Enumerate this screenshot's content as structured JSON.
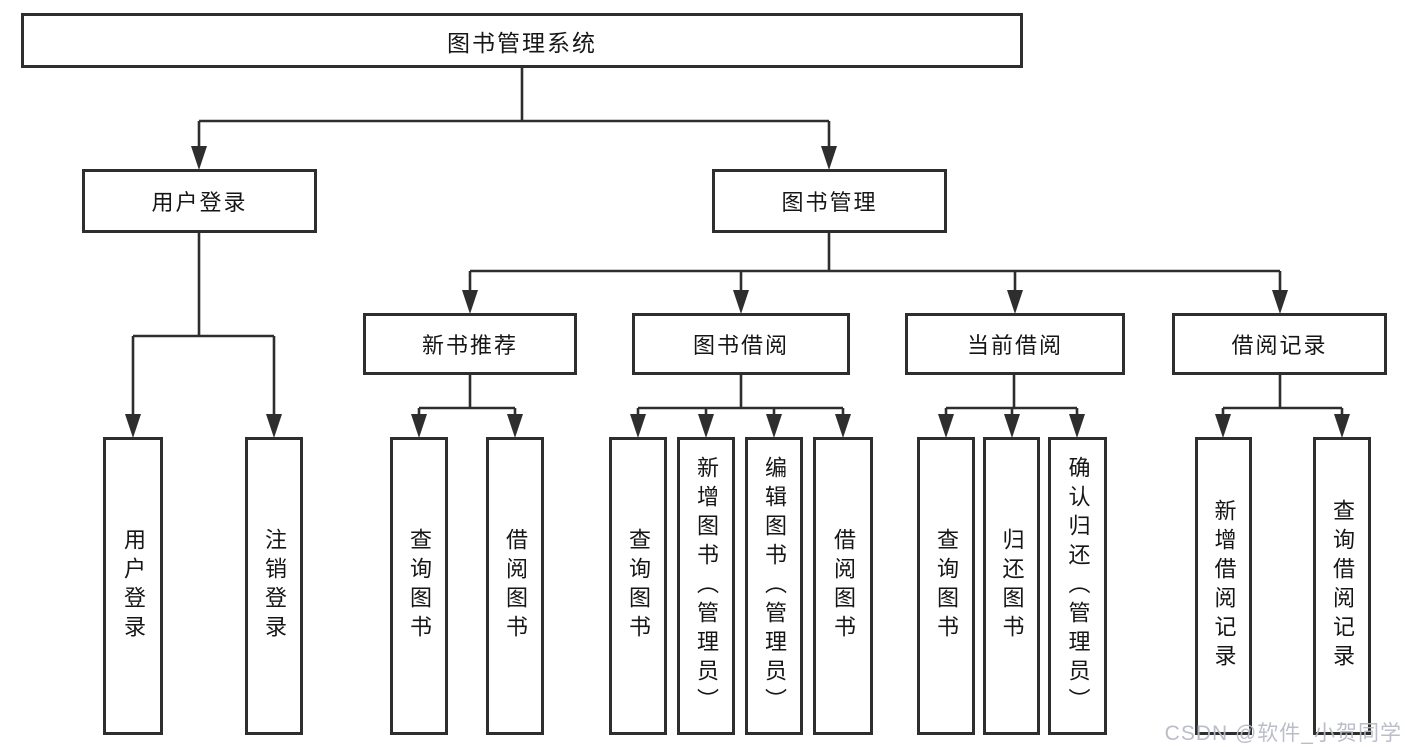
{
  "root": {
    "label": "图书管理系统"
  },
  "level2": [
    {
      "label": "用户登录"
    },
    {
      "label": "图书管理"
    }
  ],
  "level3": [
    {
      "label": "新书推荐"
    },
    {
      "label": "图书借阅"
    },
    {
      "label": "当前借阅"
    },
    {
      "label": "借阅记录"
    }
  ],
  "leaves": {
    "login": [
      {
        "label": "用户登录"
      },
      {
        "label": "注销登录"
      }
    ],
    "recommend": [
      {
        "label": "查询图书"
      },
      {
        "label": "借阅图书"
      }
    ],
    "borrow": [
      {
        "label": "查询图书"
      },
      {
        "label": "新增图书（管理员）"
      },
      {
        "label": "编辑图书（管理员）"
      },
      {
        "label": "借阅图书"
      }
    ],
    "current": [
      {
        "label": "查询图书"
      },
      {
        "label": "归还图书"
      },
      {
        "label": "确认归还（管理员）"
      }
    ],
    "records": [
      {
        "label": "新增借阅记录"
      },
      {
        "label": "查询借阅记录"
      }
    ]
  },
  "watermark": "CSDN @软件_小贺同学",
  "colors": {
    "line": "#2e2e2e",
    "watermark": "#b7bbc5"
  }
}
